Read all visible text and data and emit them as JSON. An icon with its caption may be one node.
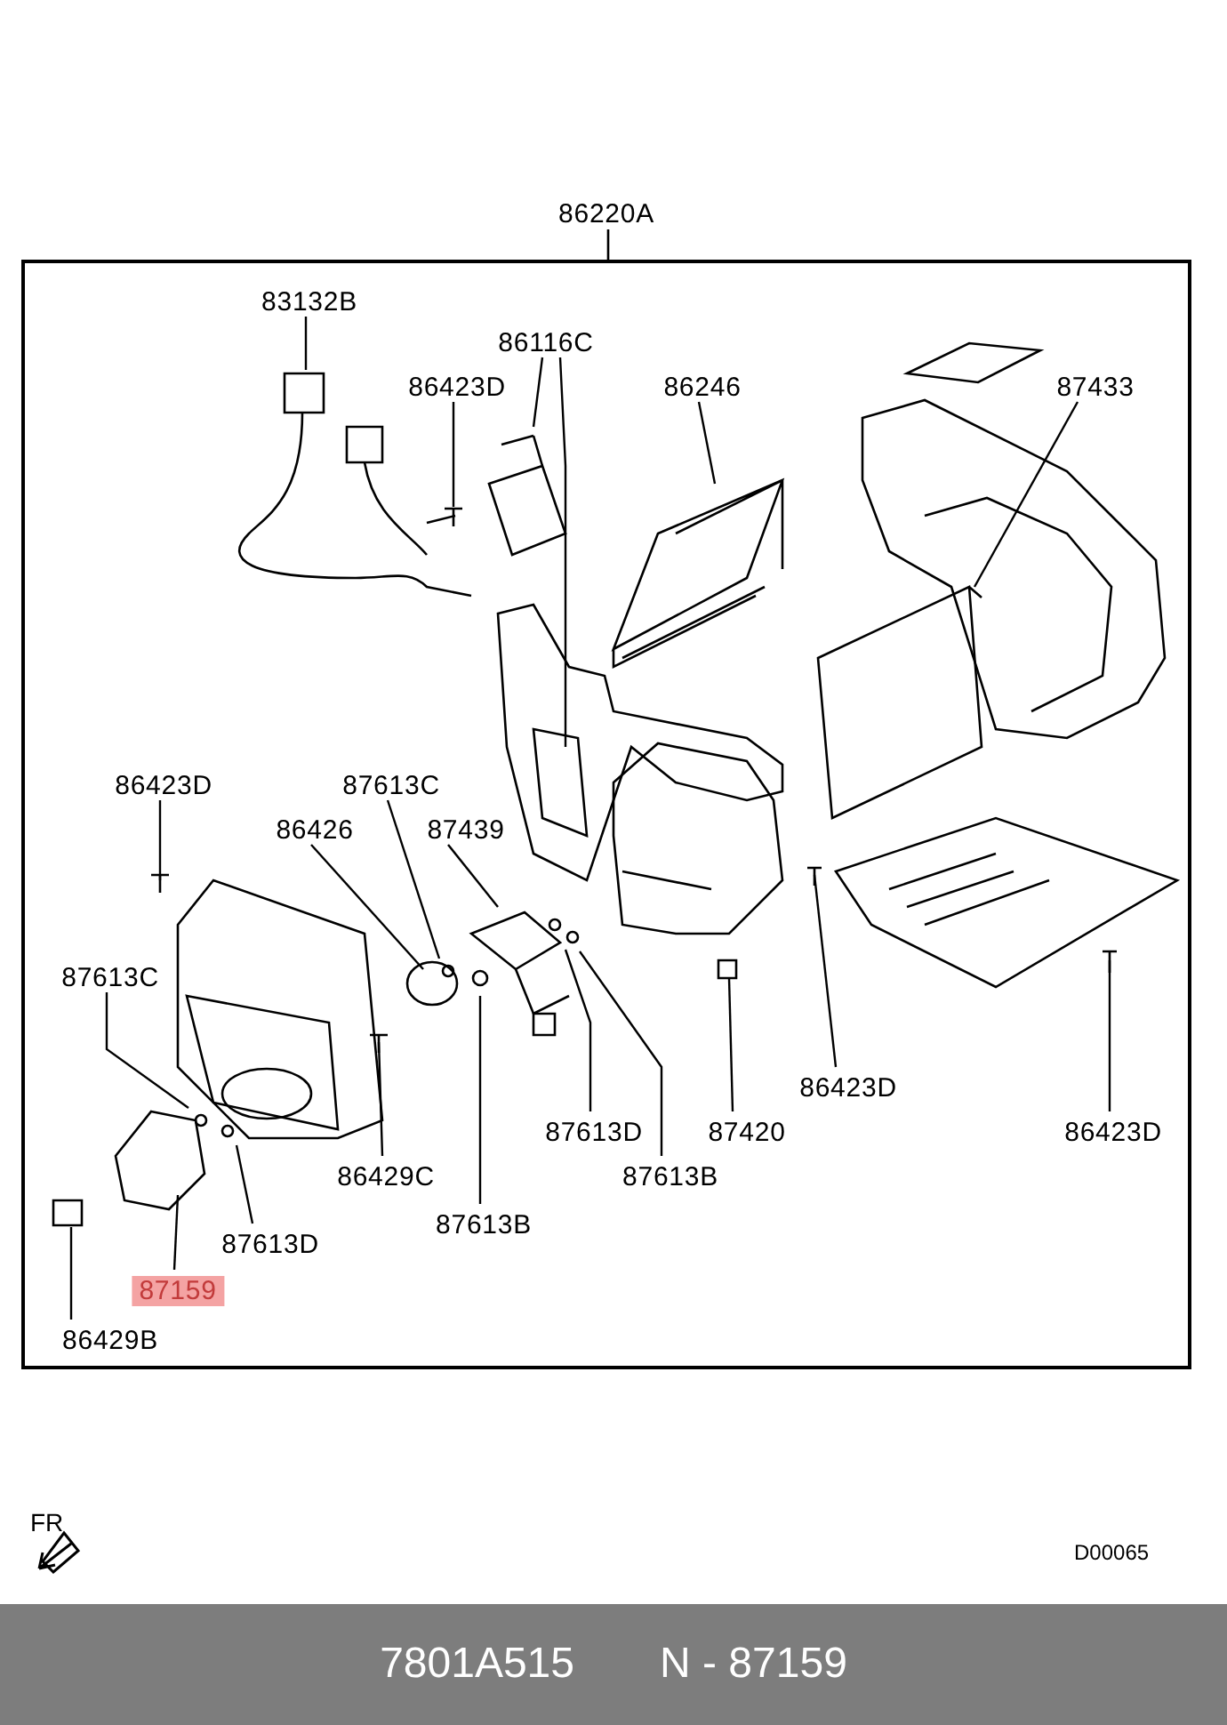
{
  "diagram": {
    "nodes": [
      {
        "text": [
          "86220A"
        ]
      },
      {
        "text": [
          "83132B"
        ],
        "in": 0
      },
      {
        "text": [
          "86116C"
        ],
        "in": 0
      },
      {
        "text": [
          "86423D"
        ],
        "in": 0
      },
      {
        "text": [
          "86246"
        ],
        "in": 0
      },
      {
        "text": [
          "87433"
        ],
        "in": 0
      },
      {
        "text": [
          "86423D"
        ],
        "in": 0
      },
      {
        "text": [
          "87613C"
        ],
        "in": 0
      },
      {
        "text": [
          "86426"
        ],
        "in": 0
      },
      {
        "text": [
          "87439"
        ],
        "in": 0
      },
      {
        "text": [
          "87613C"
        ],
        "in": 0
      },
      {
        "text": [
          "86423D"
        ],
        "in": 0
      },
      {
        "text": [
          "86423D"
        ],
        "in": 0
      },
      {
        "text": [
          "87613D"
        ],
        "in": 0
      },
      {
        "text": [
          "87420"
        ],
        "in": 0
      },
      {
        "text": [
          "86429C"
        ],
        "in": 0
      },
      {
        "text": [
          "87613B"
        ],
        "in": 0
      },
      {
        "text": [
          "87613B"
        ],
        "in": 0
      },
      {
        "text": [
          "87613D"
        ],
        "in": 0
      },
      {
        "text": [
          "87159"
        ],
        "in": 0
      },
      {
        "text": [
          "86429B"
        ],
        "in": 0
      }
    ],
    "edges": [
      {
        "from": 1,
        "to": null,
        "arrow": "none"
      },
      {
        "from": 2,
        "to": null,
        "arrow": "none"
      },
      {
        "from": 2,
        "to": null,
        "arrow": "none"
      },
      {
        "from": 3,
        "to": null,
        "arrow": "none"
      },
      {
        "from": 4,
        "to": null,
        "arrow": "none"
      },
      {
        "from": 5,
        "to": null,
        "arrow": "none"
      },
      {
        "from": 6,
        "to": null,
        "arrow": "none"
      },
      {
        "from": 7,
        "to": null,
        "arrow": "none"
      },
      {
        "from": 8,
        "to": null,
        "arrow": "none"
      },
      {
        "from": 9,
        "to": null,
        "arrow": "none"
      },
      {
        "from": 10,
        "to": null,
        "arrow": "none"
      },
      {
        "from": 11,
        "to": null,
        "arrow": "none"
      },
      {
        "from": 12,
        "to": null,
        "arrow": "none"
      },
      {
        "from": 13,
        "to": null,
        "arrow": "none"
      },
      {
        "from": 14,
        "to": null,
        "arrow": "none"
      },
      {
        "from": 15,
        "to": null,
        "arrow": "none"
      },
      {
        "from": 16,
        "to": null,
        "arrow": "none"
      },
      {
        "from": 17,
        "to": null,
        "arrow": "none"
      },
      {
        "from": 18,
        "to": null,
        "arrow": "none"
      },
      {
        "from": 19,
        "to": null,
        "arrow": "none"
      },
      {
        "from": 20,
        "to": null,
        "arrow": "none"
      }
    ],
    "labels": [
      "FR",
      "D00065",
      "7801A515",
      "N - 87159"
    ]
  }
}
